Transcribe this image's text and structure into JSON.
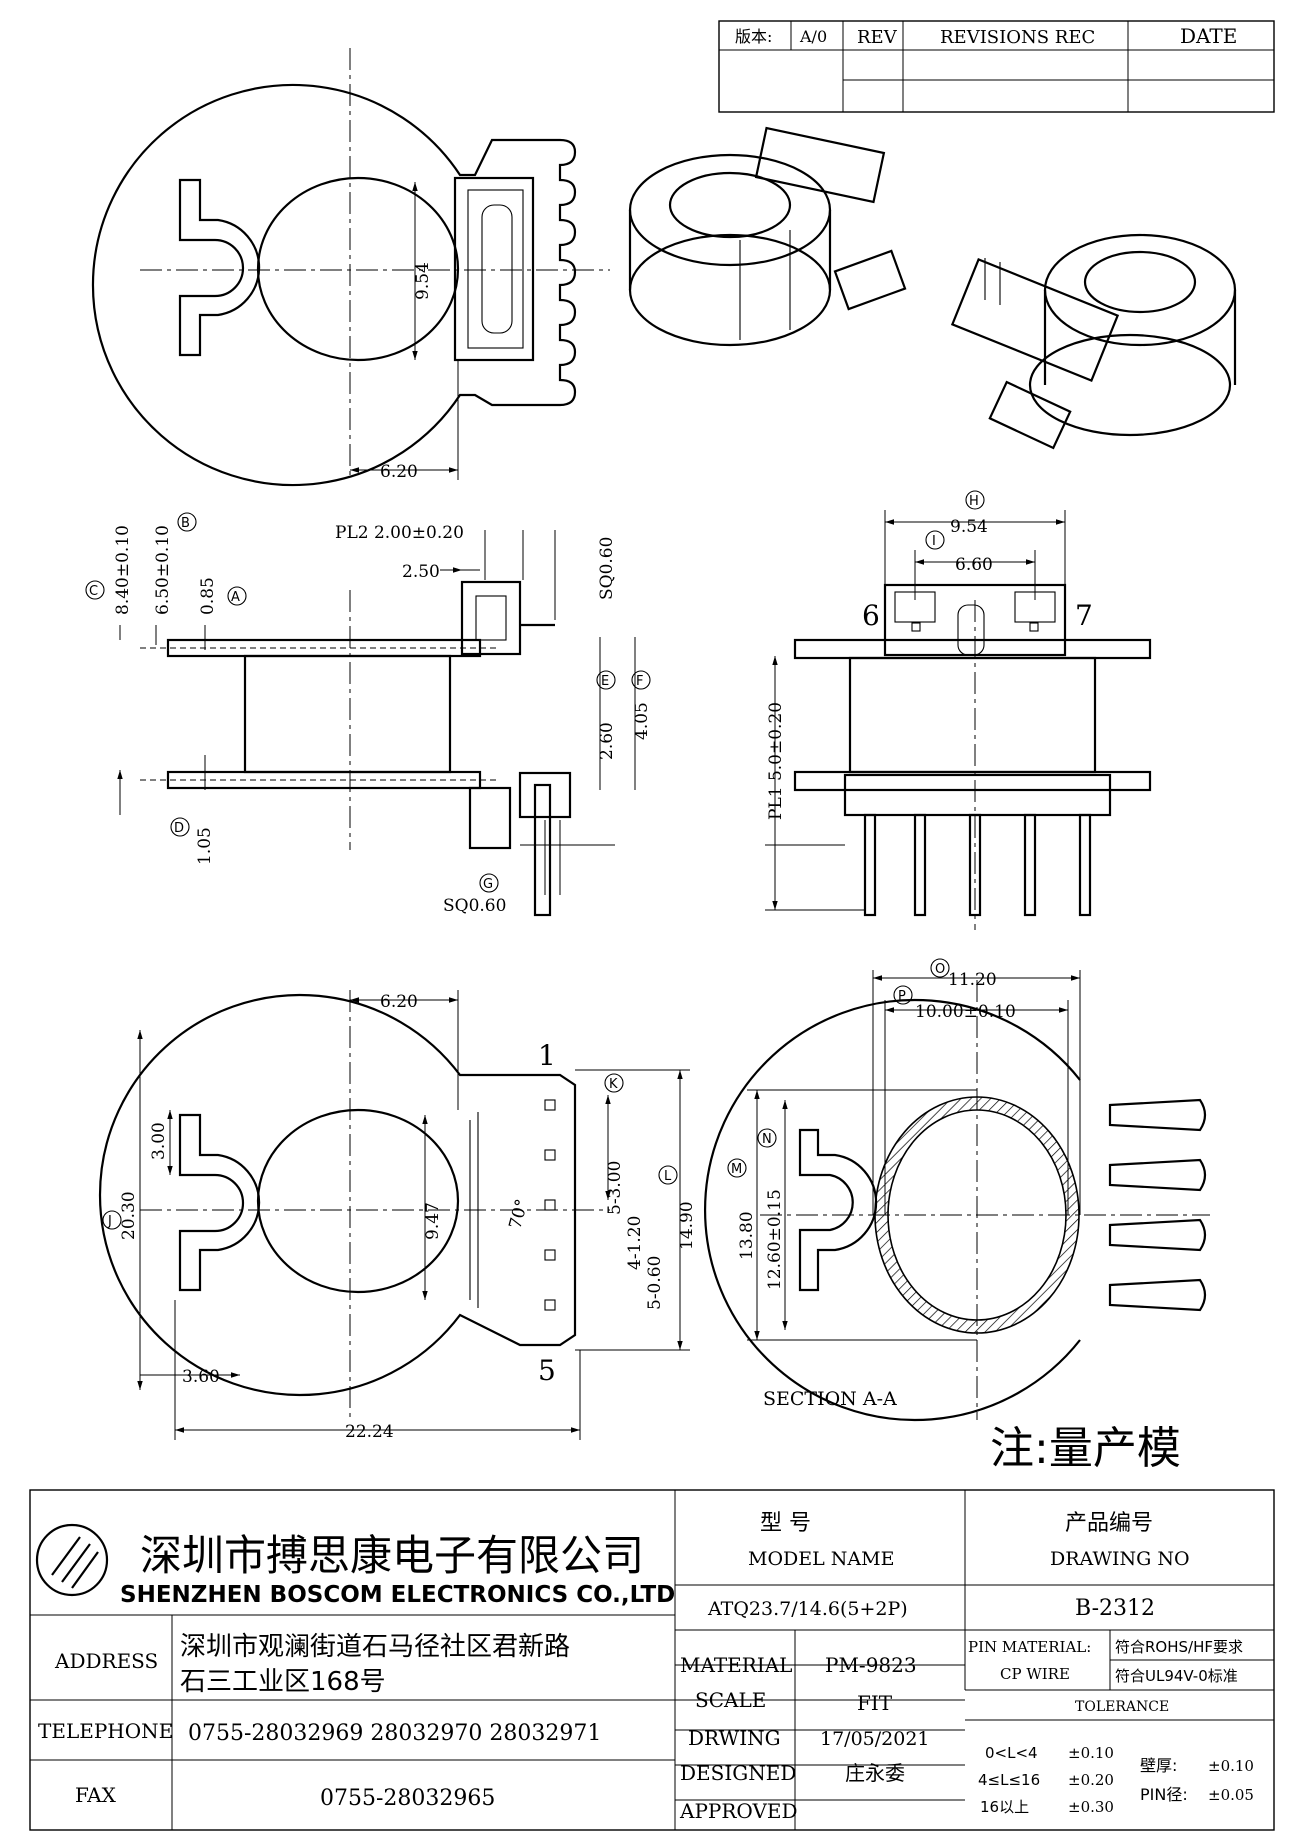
{
  "revision_block": {
    "version_label": "版本:",
    "version_value": "A/0",
    "rev_label": "REV",
    "records_label": "REVISIONS REC",
    "date_label": "DATE"
  },
  "views": {
    "top": {
      "dim_9_54": "9.54",
      "dim_6_20": "6.20"
    },
    "side": {
      "dim_pl2": "PL2 2.00±0.20",
      "dim_2_50": "2.50",
      "dim_sq060_top": "SQ0.60",
      "dim_c": "8.40±0.10",
      "dim_b": "6.50±0.10",
      "dim_a": "0.85",
      "dim_e": "2.60",
      "dim_f": "4.05",
      "dim_d": "1.05",
      "dim_sq060_bottom": "SQ0.60",
      "label_a": "A",
      "label_b": "B",
      "label_c": "C",
      "label_d": "D",
      "label_e": "E",
      "label_f": "F",
      "label_g": "G"
    },
    "front": {
      "dim_h": "9.54",
      "dim_i": "6.60",
      "label_h": "H",
      "label_i": "I",
      "pin_left": "6",
      "pin_right": "7",
      "dim_pl1": "PL1 5.0±0.20"
    },
    "bottom": {
      "dim_6_20": "6.20",
      "dim_3_00": "3.00",
      "dim_20_30": "20.30",
      "dim_9_47": "9.47",
      "angle": "70°",
      "dim_k": "5-3.00",
      "dim_l": "14.90",
      "dim_1_20": "4-1.20",
      "dim_0_60": "5-0.60",
      "dim_3_60": "3.60",
      "dim_22_24": "22.24",
      "pin_1": "1",
      "pin_5": "5",
      "label_j": "J",
      "label_k": "K",
      "label_l": "L"
    },
    "section": {
      "dim_o": "11.20",
      "dim_p": "10.00±0.10",
      "dim_m": "13.80",
      "dim_n": "12.60±0.15",
      "label_o": "O",
      "label_p": "P",
      "label_m": "M",
      "label_n": "N",
      "caption": "SECTION A-A"
    }
  },
  "note": "注:量产模",
  "title_block": {
    "company_cn": "深圳市搏思康电子有限公司",
    "company_en": "SHENZHEN BOSCOM ELECTRONICS CO.,LTD",
    "model_label_cn": "型  号",
    "model_label_en": "MODEL NAME",
    "model_value": "ATQ23.7/14.6(5+2P)",
    "drawing_no_label_cn": "产品编号",
    "drawing_no_label_en": "DRAWING NO",
    "drawing_no_value": "B-2312",
    "address_label": "ADDRESS",
    "address_line1": "深圳市观澜街道石马径社区君新路",
    "address_line2": "石三工业区168号",
    "telephone_label": "TELEPHONE",
    "telephone_value": "0755-28032969 28032970 28032971",
    "fax_label": "FAX",
    "fax_value": "0755-28032965",
    "material_label": "MATERIAL",
    "material_value": "PM-9823",
    "scale_label": "SCALE",
    "scale_value": "FIT",
    "drawing_label": "DRWING",
    "drawing_date": "17/05/2021",
    "designed_label": "DESIGNED",
    "designed_value": "庄永委",
    "approved_label": "APPROVED",
    "approved_value": "",
    "pin_material_label": "PIN MATERIAL:",
    "pin_material_value": "CP WIRE",
    "rohs": "符合ROHS/HF要求",
    "ul": "符合UL94V-0标准",
    "tolerance_label": "TOLERANCE",
    "tol_row1_range": "0<L<4",
    "tol_row1_value": "±0.10",
    "tol_row2_range": "4≤L≤16",
    "tol_row2_value": "±0.20",
    "tol_row3_range": "16以上",
    "tol_row3_value": "±0.30",
    "wall_label": "壁厚:",
    "wall_value": "±0.10",
    "pin_dia_label": "PIN径:",
    "pin_dia_value": "±0.05"
  }
}
